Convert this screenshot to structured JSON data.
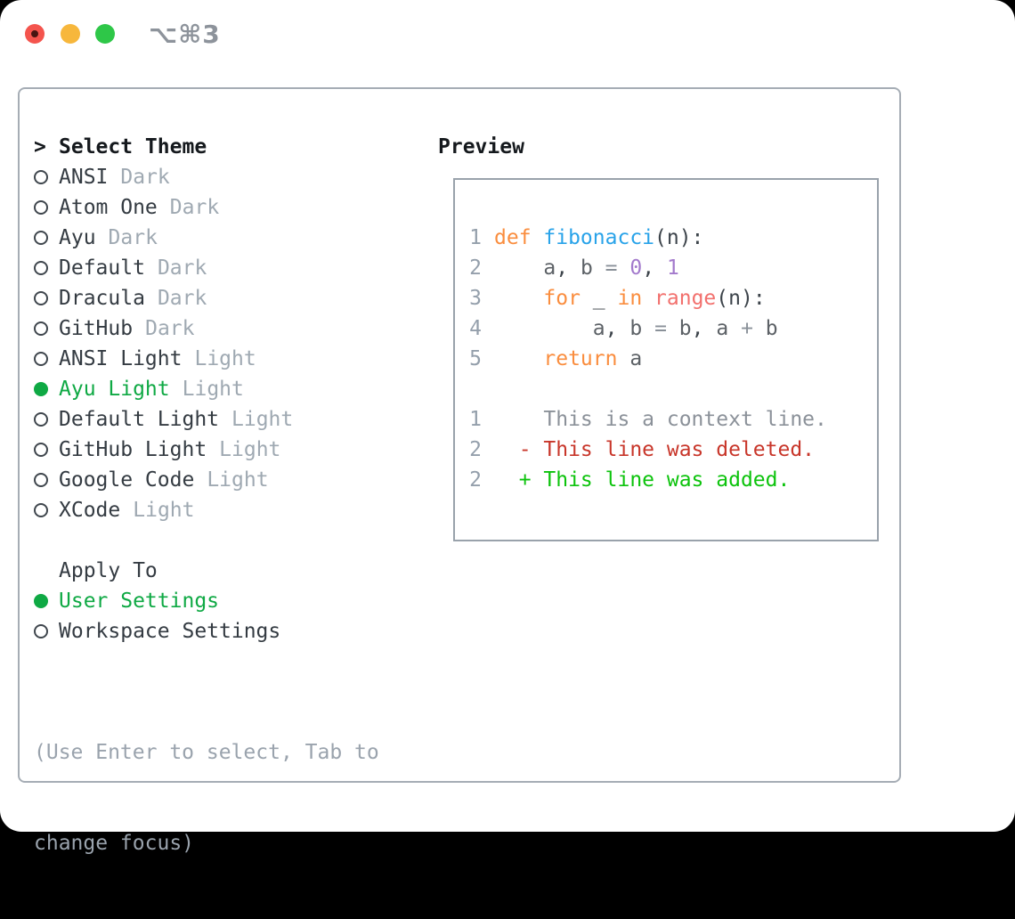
{
  "window": {
    "title": "⌥⌘3",
    "traffic_lights": {
      "close": "#f4544d",
      "minimize": "#f7b73c",
      "zoom": "#2ec748"
    }
  },
  "theme_panel": {
    "cursor": ">",
    "title": "Select Theme",
    "themes": [
      {
        "name": "ANSI",
        "variant": "Dark",
        "selected": false
      },
      {
        "name": "Atom One",
        "variant": "Dark",
        "selected": false
      },
      {
        "name": "Ayu",
        "variant": "Dark",
        "selected": false
      },
      {
        "name": "Default",
        "variant": "Dark",
        "selected": false
      },
      {
        "name": "Dracula",
        "variant": "Dark",
        "selected": false
      },
      {
        "name": "GitHub",
        "variant": "Dark",
        "selected": false
      },
      {
        "name": "ANSI Light",
        "variant": "Light",
        "selected": false
      },
      {
        "name": "Ayu Light",
        "variant": "Light",
        "selected": true
      },
      {
        "name": "Default Light",
        "variant": "Light",
        "selected": false
      },
      {
        "name": "GitHub Light",
        "variant": "Light",
        "selected": false
      },
      {
        "name": "Google Code",
        "variant": "Light",
        "selected": false
      },
      {
        "name": "XCode",
        "variant": "Light",
        "selected": false
      }
    ],
    "apply_to": {
      "title": "Apply To",
      "options": [
        {
          "name": "User Settings",
          "selected": true
        },
        {
          "name": "Workspace Settings",
          "selected": false
        }
      ]
    },
    "hint_lines": [
      "(Use Enter to select, Tab to",
      "change focus)"
    ]
  },
  "preview": {
    "title": "Preview",
    "code_lines": [
      {
        "num": "1",
        "tokens": [
          {
            "t": "def ",
            "c": "kw"
          },
          {
            "t": "fibonacci",
            "c": "fn"
          },
          {
            "t": "(n):",
            "c": "plain"
          }
        ]
      },
      {
        "num": "2",
        "tokens": [
          {
            "t": "    ",
            "c": "plain"
          },
          {
            "t": "a",
            "c": "ident"
          },
          {
            "t": ", ",
            "c": "plain"
          },
          {
            "t": "b",
            "c": "ident"
          },
          {
            "t": " ",
            "c": "plain"
          },
          {
            "t": "=",
            "c": "op"
          },
          {
            "t": " ",
            "c": "plain"
          },
          {
            "t": "0",
            "c": "num"
          },
          {
            "t": ", ",
            "c": "plain"
          },
          {
            "t": "1",
            "c": "num"
          }
        ]
      },
      {
        "num": "3",
        "tokens": [
          {
            "t": "    ",
            "c": "plain"
          },
          {
            "t": "for",
            "c": "kw"
          },
          {
            "t": " _ ",
            "c": "plain"
          },
          {
            "t": "in",
            "c": "kw"
          },
          {
            "t": " ",
            "c": "plain"
          },
          {
            "t": "range",
            "c": "call"
          },
          {
            "t": "(n):",
            "c": "plain"
          }
        ]
      },
      {
        "num": "4",
        "tokens": [
          {
            "t": "        ",
            "c": "plain"
          },
          {
            "t": "a",
            "c": "ident"
          },
          {
            "t": ", ",
            "c": "plain"
          },
          {
            "t": "b",
            "c": "ident"
          },
          {
            "t": " ",
            "c": "plain"
          },
          {
            "t": "=",
            "c": "op"
          },
          {
            "t": " ",
            "c": "plain"
          },
          {
            "t": "b",
            "c": "ident"
          },
          {
            "t": ", ",
            "c": "plain"
          },
          {
            "t": "a",
            "c": "ident"
          },
          {
            "t": " ",
            "c": "plain"
          },
          {
            "t": "+",
            "c": "op"
          },
          {
            "t": " ",
            "c": "plain"
          },
          {
            "t": "b",
            "c": "ident"
          }
        ]
      },
      {
        "num": "5",
        "tokens": [
          {
            "t": "    ",
            "c": "plain"
          },
          {
            "t": "return",
            "c": "kw"
          },
          {
            "t": " ",
            "c": "plain"
          },
          {
            "t": "a",
            "c": "ident"
          }
        ]
      }
    ],
    "diff_lines": [
      {
        "num": "1",
        "text": "    This is a context line.",
        "type": "context"
      },
      {
        "num": "2",
        "text": "  - This line was deleted.",
        "type": "deleted"
      },
      {
        "num": "2",
        "text": "  + This line was added.",
        "type": "added"
      }
    ]
  },
  "colors": {
    "accent_green": "#0fa944",
    "diff_added": "#0cc30c",
    "diff_deleted": "#c8362a",
    "diff_context": "#8b9199",
    "syntax_keyword": "#fa8d3e",
    "syntax_function": "#29a3e9",
    "syntax_call": "#f2706d",
    "syntax_number": "#a37acc",
    "syntax_ident": "#5c6166",
    "syntax_operator": "#8a9199",
    "line_number": "#949fab"
  }
}
